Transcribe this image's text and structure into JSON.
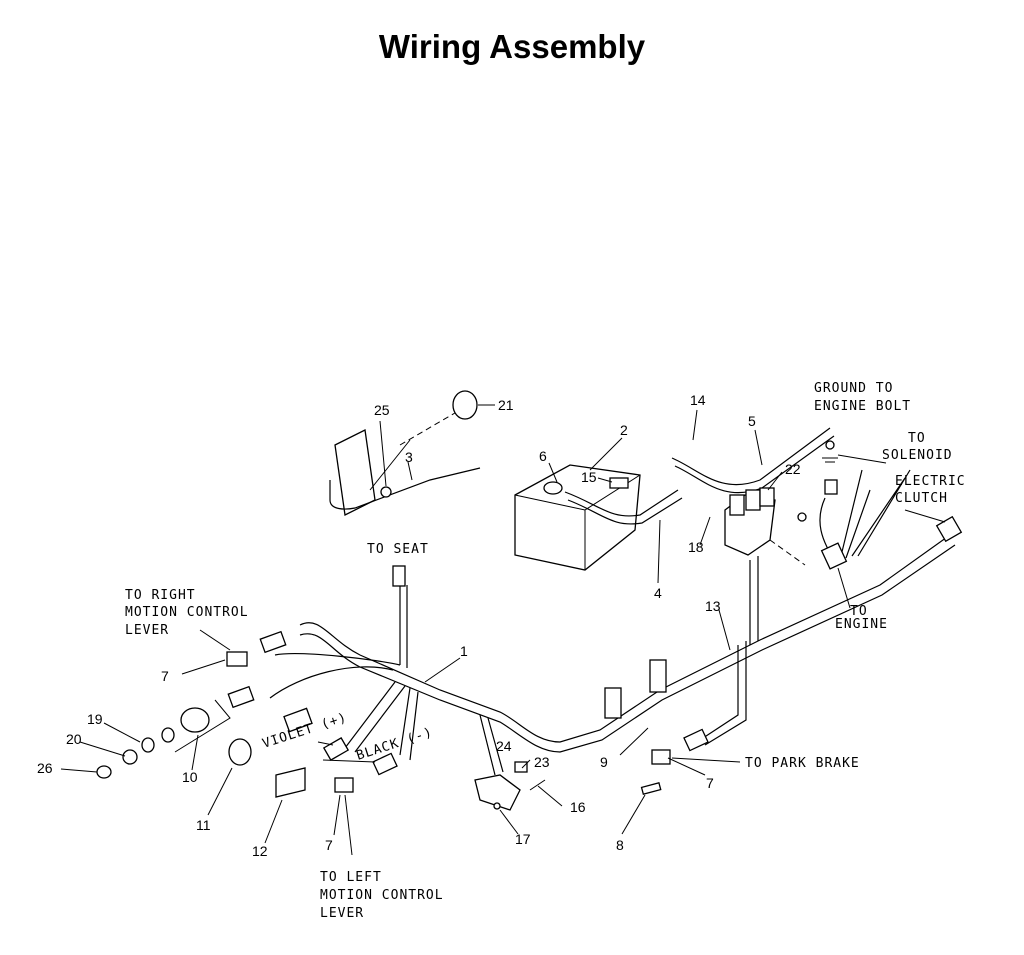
{
  "title": "Wiring Assembly",
  "callouts": {
    "c1": "1",
    "c2": "2",
    "c3": "3",
    "c4": "4",
    "c5": "5",
    "c6": "6",
    "c7a": "7",
    "c7b": "7",
    "c7c": "7",
    "c8": "8",
    "c9": "9",
    "c10": "10",
    "c11": "11",
    "c12": "12",
    "c13": "13",
    "c14": "14",
    "c15": "15",
    "c16": "16",
    "c17": "17",
    "c18": "18",
    "c19": "19",
    "c20": "20",
    "c21": "21",
    "c22": "22",
    "c23": "23",
    "c24": "24",
    "c25": "25",
    "c26": "26"
  },
  "labels": {
    "ground_l1": "GROUND TO",
    "ground_l2": "ENGINE BOLT",
    "solenoid_l1": "TO",
    "solenoid_l2": "SOLENOID",
    "clutch_l1": "ELECTRIC",
    "clutch_l2": "CLUTCH",
    "seat": "TO SEAT",
    "right_l1": "TO RIGHT",
    "right_l2": "MOTION CONTROL",
    "right_l3": "LEVER",
    "engine_l1": "TO",
    "engine_l2": "ENGINE",
    "violet": "VIOLET (+)",
    "black": "BLACK (-)",
    "park": "TO PARK BRAKE",
    "left_l1": "TO LEFT",
    "left_l2": "MOTION CONTROL",
    "left_l3": "LEVER"
  }
}
